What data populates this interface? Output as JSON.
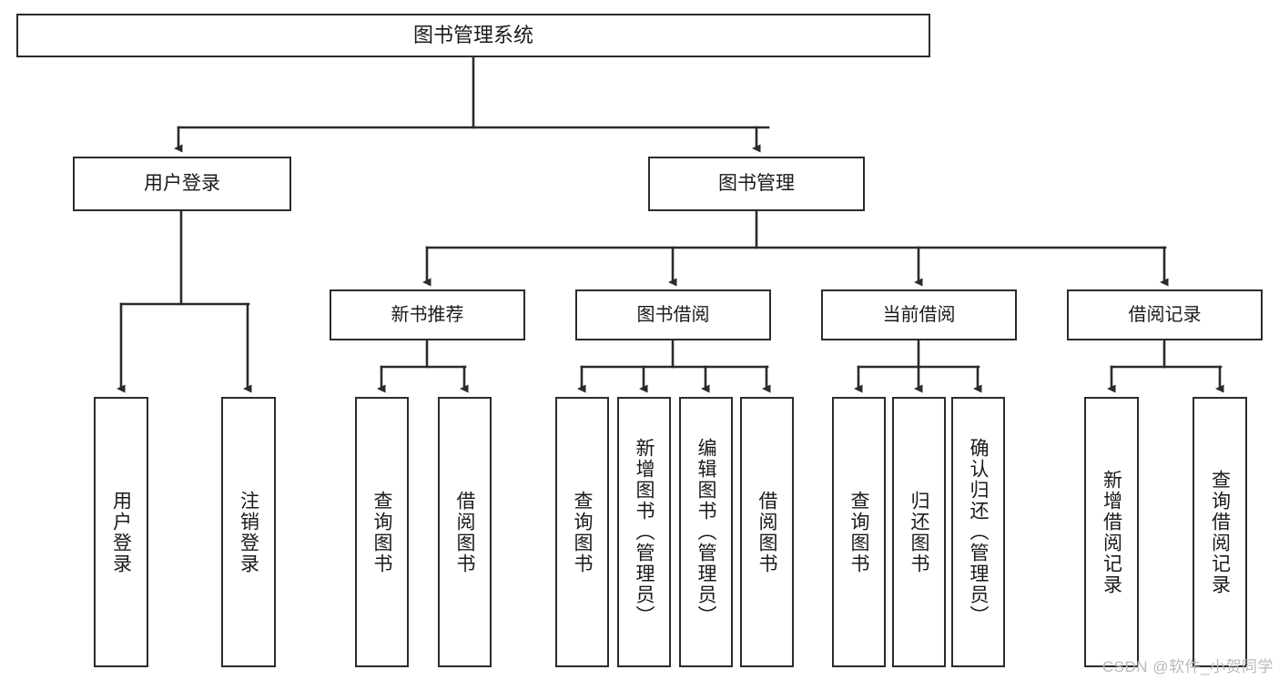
{
  "diagram": {
    "title": "图书管理系统",
    "watermark": "CSDN @软件_小贺同学",
    "style": {
      "box_fill": "#ffffff",
      "box_stroke": "#2b2b2b",
      "connector_stroke": "#2b2b2b",
      "text_color": "#1a1a1a",
      "background": "#ffffff",
      "watermark_color": "#b9b9b9"
    },
    "nodes": {
      "root": {
        "label": "图书管理系统"
      },
      "level2": [
        {
          "id": "user-login",
          "label": "用户登录"
        },
        {
          "id": "book-manage",
          "label": "图书管理"
        }
      ],
      "level3": [
        {
          "id": "new-book-recommend",
          "label": "新书推荐"
        },
        {
          "id": "book-borrow",
          "label": "图书借阅"
        },
        {
          "id": "current-borrow",
          "label": "当前借阅"
        },
        {
          "id": "borrow-record",
          "label": "借阅记录"
        }
      ],
      "leaves": [
        {
          "id": "leaf-user-login",
          "label": "用户登录",
          "parent": "user-login"
        },
        {
          "id": "leaf-logout-login",
          "label": "注销登录",
          "parent": "user-login"
        },
        {
          "id": "leaf-query-book-1",
          "label": "查询图书",
          "parent": "new-book-recommend"
        },
        {
          "id": "leaf-borrow-book-1",
          "label": "借阅图书",
          "parent": "new-book-recommend"
        },
        {
          "id": "leaf-query-book-2",
          "label": "查询图书",
          "parent": "book-borrow"
        },
        {
          "id": "leaf-add-book",
          "label": "新增图书（管理员）",
          "parent": "book-borrow"
        },
        {
          "id": "leaf-edit-book",
          "label": "编辑图书（管理员）",
          "parent": "book-borrow"
        },
        {
          "id": "leaf-borrow-book-2",
          "label": "借阅图书",
          "parent": "book-borrow"
        },
        {
          "id": "leaf-query-book-3",
          "label": "查询图书",
          "parent": "current-borrow"
        },
        {
          "id": "leaf-return-book",
          "label": "归还图书",
          "parent": "current-borrow"
        },
        {
          "id": "leaf-confirm-return",
          "label": "确认归还（管理员）",
          "parent": "current-borrow"
        },
        {
          "id": "leaf-add-record",
          "label": "新增借阅记录",
          "parent": "borrow-record"
        },
        {
          "id": "leaf-query-record",
          "label": "查询借阅记录",
          "parent": "borrow-record"
        }
      ]
    }
  }
}
